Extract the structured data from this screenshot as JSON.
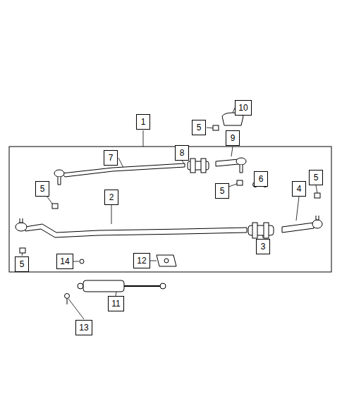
{
  "diagram": {
    "nodes": [
      {
        "text": [
          "1"
        ]
      },
      {
        "text": [
          "10"
        ]
      },
      {
        "text": [
          "5"
        ]
      },
      {
        "text": [
          "9"
        ]
      },
      {
        "text": [
          "8"
        ]
      },
      {
        "text": [
          "7"
        ]
      },
      {
        "text": [
          "5"
        ]
      },
      {
        "text": [
          "5"
        ]
      },
      {
        "text": [
          "6"
        ]
      },
      {
        "text": [
          "5"
        ]
      },
      {
        "text": [
          "4"
        ]
      },
      {
        "text": [
          "2"
        ]
      },
      {
        "text": [
          "3"
        ]
      },
      {
        "text": [
          "5"
        ]
      },
      {
        "text": [
          "14"
        ]
      },
      {
        "text": [
          "12"
        ]
      },
      {
        "text": [
          "11"
        ]
      },
      {
        "text": [
          "13"
        ]
      }
    ]
  }
}
